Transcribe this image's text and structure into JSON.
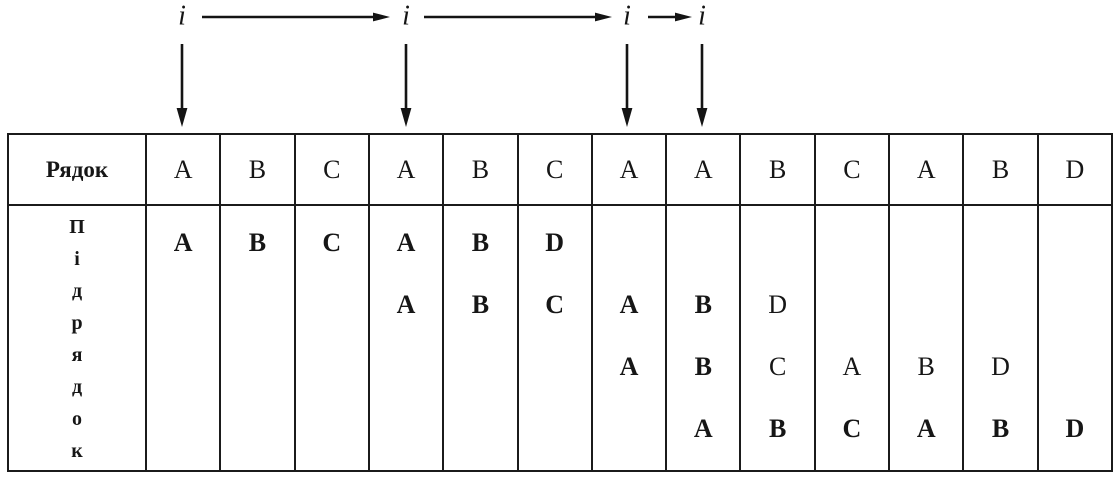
{
  "pointer_row": {
    "labels": [
      "i",
      "i",
      "i",
      "i"
    ],
    "target_columns": [
      1,
      4,
      7,
      8
    ]
  },
  "table": {
    "header": {
      "row_label": "Рядок",
      "cells": [
        "A",
        "B",
        "C",
        "A",
        "B",
        "C",
        "A",
        "A",
        "B",
        "C",
        "A",
        "B",
        "D"
      ]
    },
    "body": {
      "row_label": "Підрядок",
      "row_label_letters": [
        "П",
        "і",
        "д",
        "р",
        "я",
        "д",
        "о",
        "к"
      ],
      "grid": [
        [
          "A",
          "B",
          "C",
          "A",
          "B",
          "D",
          "",
          "",
          "",
          "",
          "",
          "",
          ""
        ],
        [
          "",
          "",
          "",
          "A",
          "B",
          "C",
          "A",
          "B",
          "D",
          "",
          "",
          "",
          ""
        ],
        [
          "",
          "",
          "",
          "",
          "",
          "",
          "A",
          "B",
          "C",
          "A",
          "B",
          "D",
          ""
        ],
        [
          "",
          "",
          "",
          "",
          "",
          "",
          "",
          "A",
          "B",
          "C",
          "A",
          "B",
          "D"
        ]
      ],
      "weights": [
        [
          "bold",
          "bold",
          "bold",
          "bold",
          "bold",
          "bold",
          "",
          "",
          "",
          "",
          "",
          "",
          ""
        ],
        [
          "",
          "",
          "",
          "bold",
          "bold",
          "bold",
          "bold",
          "bold",
          "normal",
          "",
          "",
          "",
          ""
        ],
        [
          "",
          "",
          "",
          "",
          "",
          "",
          "bold",
          "bold",
          "normal",
          "normal",
          "normal",
          "normal",
          ""
        ],
        [
          "",
          "",
          "",
          "",
          "",
          "",
          "",
          "bold",
          "bold",
          "bold",
          "bold",
          "bold",
          "bold"
        ]
      ]
    }
  },
  "colors": {
    "ink": "#161616",
    "background": "#ffffff"
  }
}
